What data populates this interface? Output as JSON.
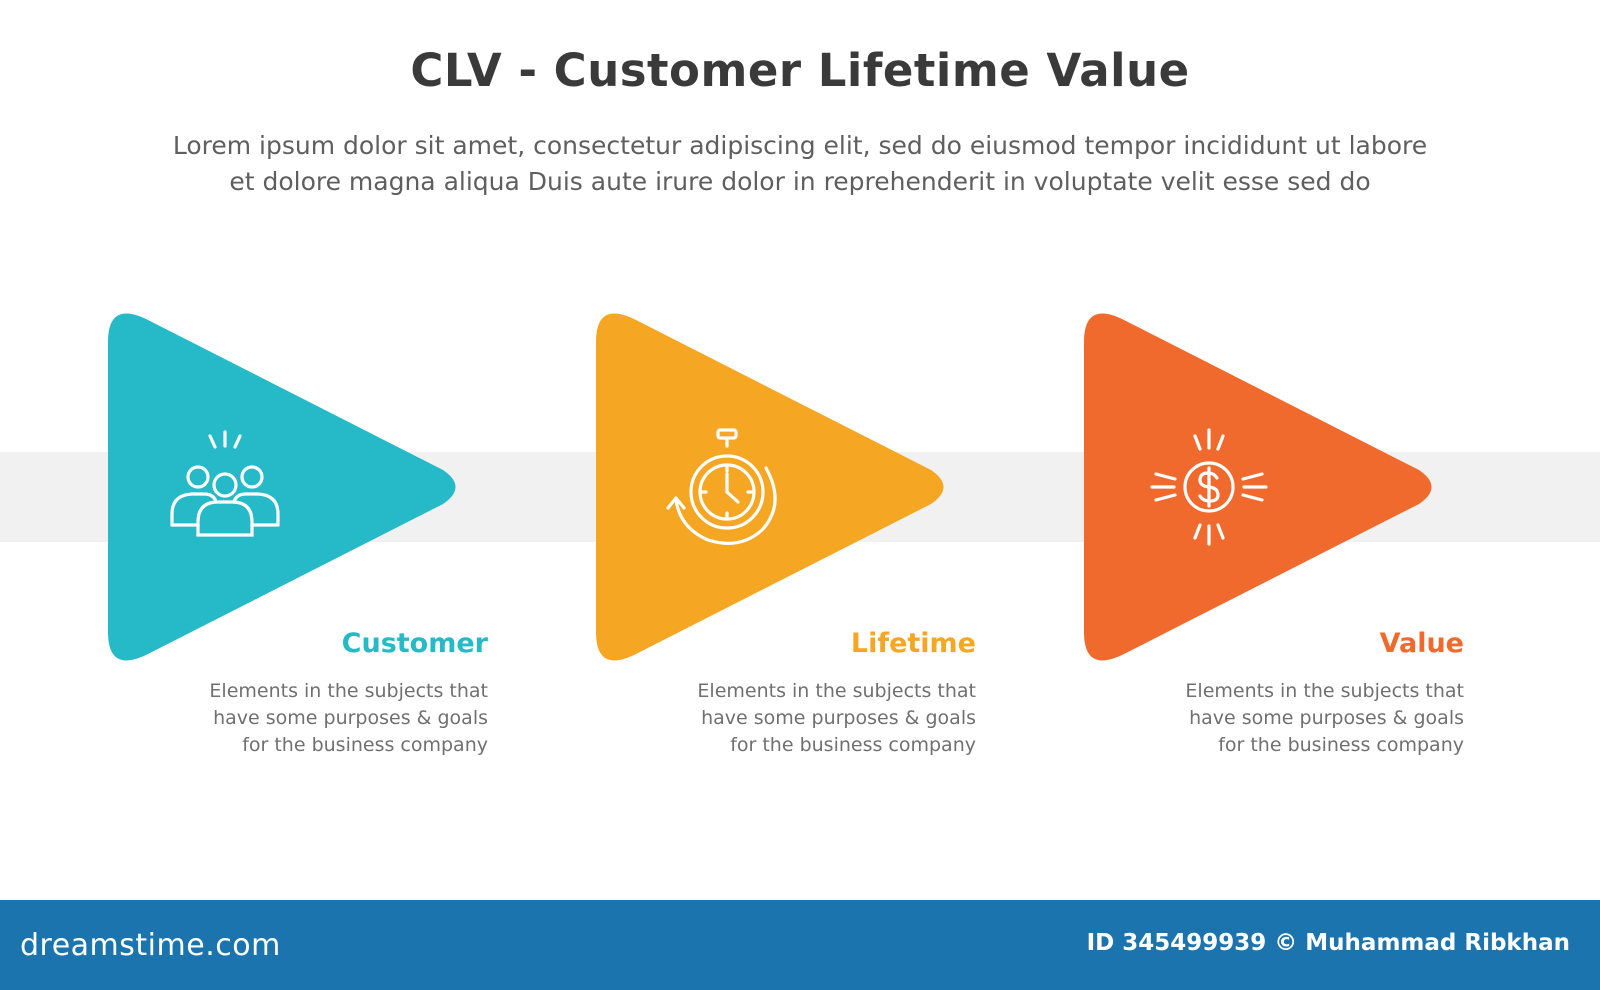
{
  "title": "CLV - Customer Lifetime Value",
  "subtitle_line1": "Lorem ipsum dolor sit amet, consectetur adipiscing elit, sed do eiusmod tempor incididunt ut labore",
  "subtitle_line2": "et dolore magna aliqua Duis aute irure dolor in reprehenderit in voluptate velit esse sed do",
  "stages": [
    {
      "label": "Customer",
      "color": "#26b9c8",
      "icon": "people-group-icon",
      "desc_lines": [
        "Elements in the subjects that",
        "have  some purposes & goals",
        "for the  business company"
      ]
    },
    {
      "label": "Lifetime",
      "color": "#f5a623",
      "icon": "stopwatch-icon",
      "desc_lines": [
        "Elements in the subjects that",
        "have  some purposes & goals",
        "for the  business company"
      ]
    },
    {
      "label": "Value",
      "color": "#f06a2e",
      "icon": "dollar-coin-icon",
      "desc_lines": [
        "Elements in the subjects that",
        "have  some purposes & goals",
        "for the  business company"
      ]
    }
  ],
  "footer": {
    "brand": "dreamstime.com",
    "credit": "ID 345499939 © Muhammad Ribkhan"
  }
}
